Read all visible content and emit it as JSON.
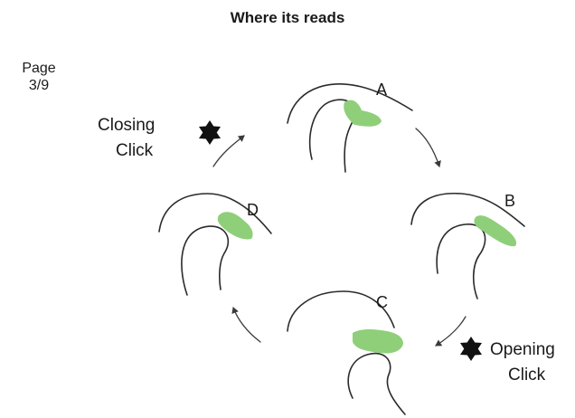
{
  "title": "Where its reads",
  "page": {
    "label": "Page",
    "number": "3/9"
  },
  "stages": [
    {
      "id": "A"
    },
    {
      "id": "B"
    },
    {
      "id": "C"
    },
    {
      "id": "D"
    }
  ],
  "events": {
    "closing": {
      "line1": "Closing",
      "line2": "Click"
    },
    "opening": {
      "line1": "Opening",
      "line2": "Click"
    }
  },
  "colors": {
    "highlight": "#8fcf7a",
    "ink": "#2b2b2b"
  }
}
